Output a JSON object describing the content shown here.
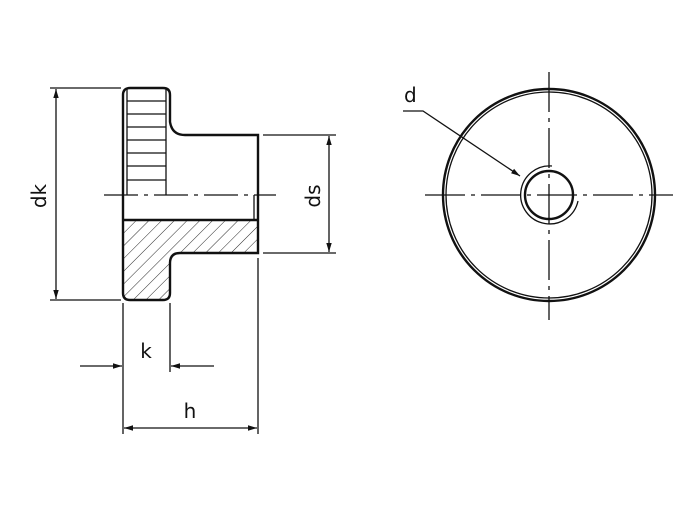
{
  "labels": {
    "dk": "dk",
    "ds": "ds",
    "k": "k",
    "h": "h",
    "d": "d"
  },
  "colors": {
    "line": "#111111",
    "background": "#ffffff"
  }
}
